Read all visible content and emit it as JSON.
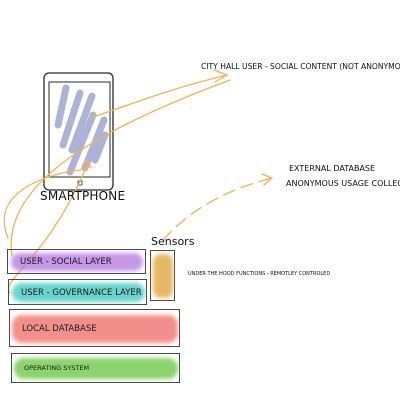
{
  "smartphone": {
    "label": "SMARTPHONE"
  },
  "outputs": {
    "city_hall": "CITY HALL USER - SOCIAL CONTENT (NOT ANONYMO",
    "external_db_title": "EXTERNAL DATABASE",
    "external_db_subtitle": "ANONYMOUS USAGE COLLECT"
  },
  "sensors": {
    "title": "Sensors",
    "note": "UNDER THE HOOD FUNCTIONS - REMOTLEY CONTROLED",
    "color": "#e0a53a"
  },
  "stack": {
    "layers": [
      {
        "label": "USER - SOCIAL LAYER",
        "color": "#b57be0"
      },
      {
        "label": "USER - GOVERNANCE LAYER",
        "color": "#3fc9c0"
      },
      {
        "label": "LOCAL DATABASE",
        "color": "#f0706a"
      },
      {
        "label": "OPERATING SYSTEM",
        "color": "#6cc645"
      }
    ]
  },
  "colors": {
    "arrow": "#f0b25a",
    "screen_stripe": "#8a93c6",
    "outline": "#2a2a2a"
  }
}
